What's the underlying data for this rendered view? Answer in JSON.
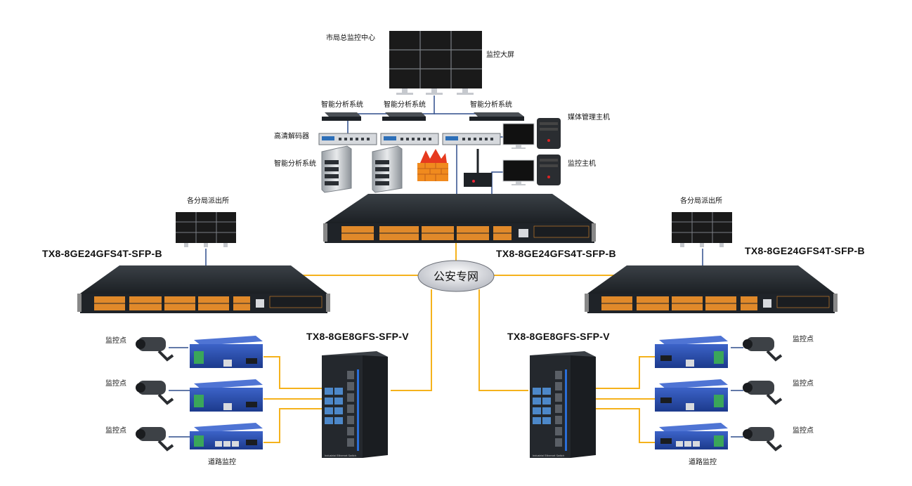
{
  "diagram": {
    "hub_label": "公安专网",
    "center": {
      "title": "市局总监控中心",
      "video_wall": "监控大屏",
      "analysis_systems": [
        "智能分析系统",
        "智能分析系统",
        "智能分析系统",
        "智能分析系统"
      ],
      "decoder": "高清解码器",
      "media_host": "媒体管理主机",
      "monitor_host": "监控主机",
      "core_switch_model": "TX8-8GE24GFS4T-SFP-B"
    },
    "left_branch": {
      "label": "各分局派出所",
      "switch_model": "TX8-8GE24GFS4T-SFP-B"
    },
    "right_branch": {
      "label": "各分局派出所",
      "switch_model": "TX8-8GE24GFS4T-SFP-B"
    },
    "left_road": {
      "switch_model": "TX8-8GE8GFS-SFP-V",
      "points": [
        "监控点",
        "监控点",
        "监控点"
      ],
      "road_label": "道路监控",
      "switch_caption": "Industrial Ethernet Switch"
    },
    "right_road": {
      "switch_model": "TX8-8GE8GFS-SFP-V",
      "points": [
        "监控点",
        "监控点",
        "监控点"
      ],
      "road_label": "道路监控",
      "switch_caption": "Industrial Ethernet Switch"
    },
    "colors": {
      "fiber_link": "#f5b21c",
      "lan_link": "#2f4d8c",
      "switch_body": "#2b3036",
      "port_orange": "#e0892a",
      "converter_blue": "#2a4fb0",
      "terminal_green": "#3aa65a"
    }
  }
}
